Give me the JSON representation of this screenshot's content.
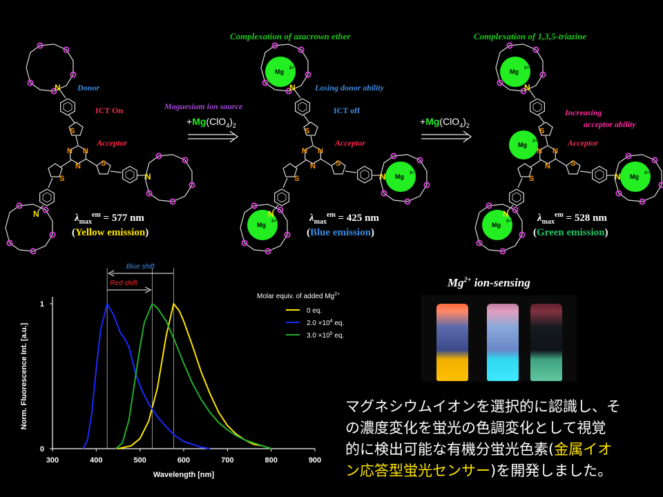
{
  "scheme": {
    "header_mid": "Complexation of  azacrown ether",
    "header_right": "Complexation of  1,3,5-triazine",
    "label_donor": "Donor",
    "label_ict_on": "ICT On",
    "label_acceptor": "Acceptor",
    "label_losing_donor": "Losing donor ability",
    "label_ict_off": "ICT off",
    "label_increasing_1": "Increasing",
    "label_increasing_2": "acceptor ability",
    "arrow1_above": "Maguesium ion source",
    "reagent_plus": "+",
    "reagent_ion": "Mg",
    "reagent_salt": "(ClO",
    "reagent_sub4": "4",
    "reagent_close": ")",
    "reagent_sub2": "2",
    "mg_label": "Mg",
    "mg_sup": "2+",
    "atom_N": "N",
    "atom_S": "S",
    "lambda_symbol": "λ",
    "lambda_sub": "max",
    "lambda_sup": "em",
    "compounds": [
      {
        "lambda": "= 577 nm",
        "emission": "Yellow emission",
        "color": "#ffe600"
      },
      {
        "lambda": "= 425 nm",
        "emission": "Blue emission",
        "color": "#3d8be0"
      },
      {
        "lambda": "= 528 nm",
        "emission": "Green emission",
        "color": "#22c466"
      }
    ],
    "paren_open": "(",
    "paren_close": ")"
  },
  "photo": {
    "title_main": "Mg",
    "title_sup": "2+",
    "title_rest": " ion-sensing"
  },
  "description": {
    "line1": "マグネシウムイオンを選択的に認識し、そ",
    "line2": "の濃度変化を蛍光の色調変化として視覚",
    "line3a": "的に検出可能な有機分蛍光色素(",
    "line3b": "金属イオ",
    "line4a": "ン応答型蛍光センサー",
    "line4b": ")を開発しました。"
  },
  "chart_data": {
    "type": "line",
    "xlabel": "Wavelength [nm]",
    "ylabel": "Norm. Fluorescence Int. [a.u.]",
    "xlim": [
      300,
      900
    ],
    "ylim": [
      0,
      1
    ],
    "xticks": [
      "300",
      "400",
      "500",
      "600",
      "700",
      "800",
      "900"
    ],
    "yticks": [
      "0",
      "1"
    ],
    "legend_title": "Molar equiv. of added Mg",
    "legend_title_sup": "2+",
    "legend_position": "top-right",
    "annotations": {
      "blue_shift": "Blue shift",
      "red_shift": "Red shift"
    },
    "series": [
      {
        "name": "0 eq.",
        "color": "#ffe600",
        "peak": 577,
        "x": [
          450,
          480,
          500,
          520,
          540,
          560,
          577,
          590,
          600,
          620,
          640,
          660,
          680,
          700,
          720,
          740,
          760,
          780,
          800
        ],
        "y": [
          0,
          0.02,
          0.07,
          0.19,
          0.42,
          0.78,
          1.0,
          0.95,
          0.88,
          0.71,
          0.53,
          0.38,
          0.25,
          0.16,
          0.1,
          0.06,
          0.03,
          0.02,
          0
        ]
      },
      {
        "name": "2.0 ×10⁴ eq.",
        "name_base": "2.0  ",
        "name_x": "×10",
        "name_exp": "4",
        "name_unit": " eq.",
        "color": "#1a2aff",
        "peak": 425,
        "x": [
          370,
          380,
          390,
          400,
          410,
          425,
          440,
          455,
          465,
          475,
          490,
          505,
          520,
          540,
          560,
          580,
          600,
          620,
          640,
          660
        ],
        "y": [
          0,
          0.06,
          0.25,
          0.55,
          0.82,
          1.0,
          0.92,
          0.8,
          0.76,
          0.7,
          0.52,
          0.4,
          0.31,
          0.22,
          0.15,
          0.09,
          0.05,
          0.03,
          0.01,
          0
        ]
      },
      {
        "name": "3.0 ×10⁵ eq.",
        "name_base": "3.0  ",
        "name_x": "×10",
        "name_exp": "5",
        "name_unit": " eq.",
        "color": "#22b030",
        "peak": 528,
        "x": [
          445,
          460,
          475,
          490,
          500,
          510,
          528,
          540,
          560,
          580,
          600,
          620,
          640,
          660,
          680,
          700,
          720,
          740,
          760,
          780,
          800
        ],
        "y": [
          0,
          0.04,
          0.2,
          0.5,
          0.7,
          0.87,
          1.0,
          0.97,
          0.88,
          0.74,
          0.59,
          0.45,
          0.34,
          0.25,
          0.18,
          0.13,
          0.09,
          0.06,
          0.04,
          0.02,
          0
        ]
      }
    ]
  }
}
